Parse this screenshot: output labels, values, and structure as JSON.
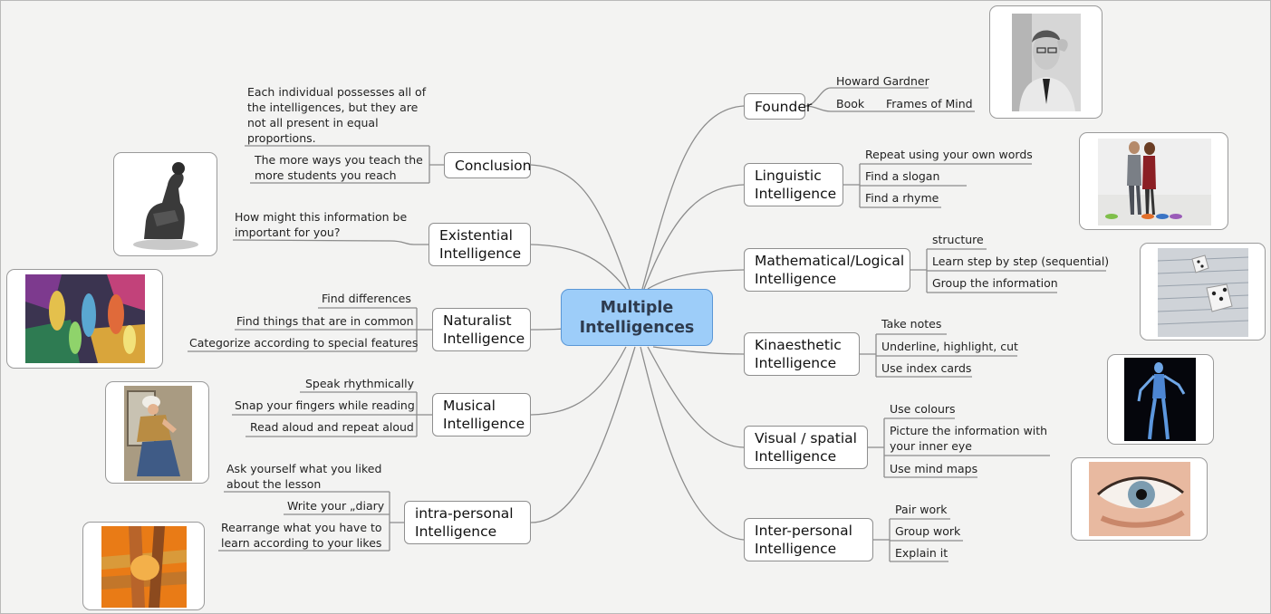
{
  "central": {
    "line1": "Multiple",
    "line2": "Intelligences"
  },
  "topics": {
    "founder": [
      "Founder"
    ],
    "linguistic": [
      "Linguistic",
      "Intelligence"
    ],
    "mathematical": [
      "Mathematical/Logical",
      "Intelligence"
    ],
    "kinaesthetic": [
      "Kinaesthetic",
      "Intelligence"
    ],
    "visual": [
      "Visual / spatial",
      "Intelligence"
    ],
    "interpersonal": [
      "Inter-personal",
      "Intelligence"
    ],
    "conclusion": [
      "Conclusion"
    ],
    "existential": [
      "Existential",
      "Intelligence"
    ],
    "naturalist": [
      "Naturalist",
      "Intelligence"
    ],
    "musical": [
      "Musical",
      "Intelligence"
    ],
    "intrapersonal": [
      "intra-personal",
      "Intelligence"
    ]
  },
  "leaves": {
    "founder": {
      "name": "Howard Gardner",
      "book": "Book",
      "book_title": "Frames of Mind"
    },
    "linguistic": [
      "Repeat using your own words",
      "Find a slogan",
      "Find a rhyme"
    ],
    "mathematical": [
      "structure",
      "Learn step by step (sequential)",
      "Group the information"
    ],
    "kinaesthetic": [
      "Take notes",
      "Underline, highlight, cut",
      "Use index cards"
    ],
    "visual": [
      "Use colours",
      [
        "Picture the information with",
        "your inner eye"
      ],
      "Use mind maps"
    ],
    "interpersonal": [
      "Pair work",
      "Group work",
      "Explain it"
    ],
    "conclusion": [
      [
        "Each individual possesses all of",
        "the intelligences, but they are",
        "not all present in equal",
        "proportions."
      ],
      [
        "The more ways you teach the",
        "more students you reach"
      ]
    ],
    "existential": [
      [
        "How might this information be",
        "important for you?"
      ]
    ],
    "naturalist": [
      "Find differences",
      "Find things that are in common",
      "Categorize according to special features"
    ],
    "musical": [
      "Speak rhythmically",
      "Snap your fingers while reading",
      "Read aloud and repeat aloud"
    ],
    "intrapersonal": [
      [
        "Ask yourself what you liked",
        "about the lesson"
      ],
      "Write your „diary",
      [
        "Rearrange what you have to",
        "learn according to your likes"
      ]
    ]
  },
  "images": {
    "gardner": "portrait-photo",
    "couple": "couple-photo",
    "dice": "dice-photo",
    "skeleton": "xray-figure-image",
    "eye": "eye-photo",
    "thinker": "thinker-statue-image",
    "painting": "dancers-painting-image",
    "vermeer": "girl-at-window-painting-image",
    "hands": "joined-hands-image"
  },
  "colors": {
    "central_fill": "#9dcdf9",
    "central_border": "#5a97d6",
    "background": "#f3f3f2",
    "line": "#8c8c8c"
  }
}
